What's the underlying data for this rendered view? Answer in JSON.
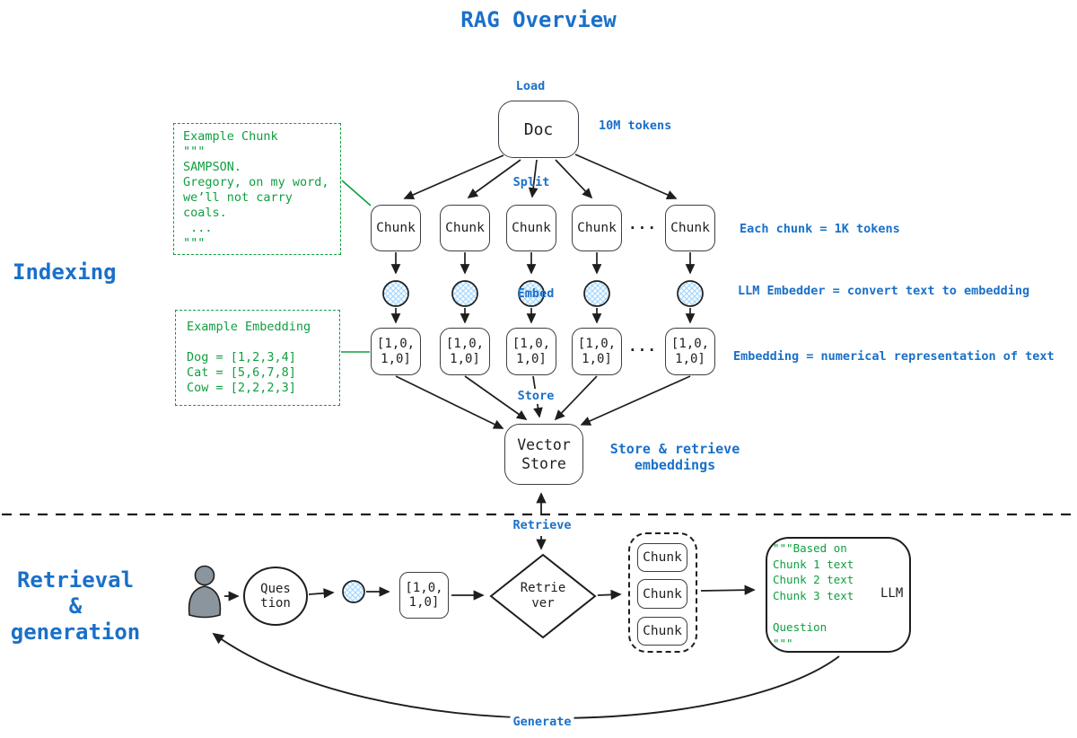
{
  "title": "RAG Overview",
  "colors": {
    "accent_blue": "#1a70c8",
    "accent_green": "#0f9f3f",
    "ink": "#1e1e1e",
    "person_gray": "#8a959d",
    "hatch_blue": "#a5d8ff"
  },
  "indexing": {
    "section_label": "Indexing",
    "load_label": "Load",
    "doc_label": "Doc",
    "doc_note": "10M tokens",
    "split_label": "Split",
    "chunk_label": "Chunk",
    "ellipsis": "...",
    "chunk_note": "Each chunk = 1K tokens",
    "embed_label": "Embed",
    "embedder_note": "LLM Embedder = convert text to embedding",
    "embedding_value": "[1,0,\n1,0]",
    "embedding_note": "Embedding = numerical representation of text",
    "store_label": "Store",
    "vector_store_label": "Vector\nStore",
    "vector_store_note": "Store & retrieve\nembeddings",
    "example_chunk": "Example Chunk\n\"\"\"\nSAMPSON.\nGregory, on my word,\nwe’ll not carry\ncoals.\n ...\n\"\"\"",
    "example_embedding": "Example Embedding\n\nDog = [1,2,3,4]\nCat = [5,6,7,8]\nCow = [2,2,2,3]"
  },
  "retrieval": {
    "section_label": "Retrieval\n&\ngeneration",
    "retrieve_label": "Retrieve",
    "question_label": "Ques\ntion",
    "embedding_value": "[1,0,\n1,0]",
    "retriever_label": "Retrie\nver",
    "chunk_label": "Chunk",
    "llm_prompt": "\"\"\"Based on\nChunk 1 text\nChunk 2 text\nChunk 3 text\n\nQuestion\n\"\"\"",
    "llm_label": "LLM",
    "generate_label": "Generate"
  }
}
